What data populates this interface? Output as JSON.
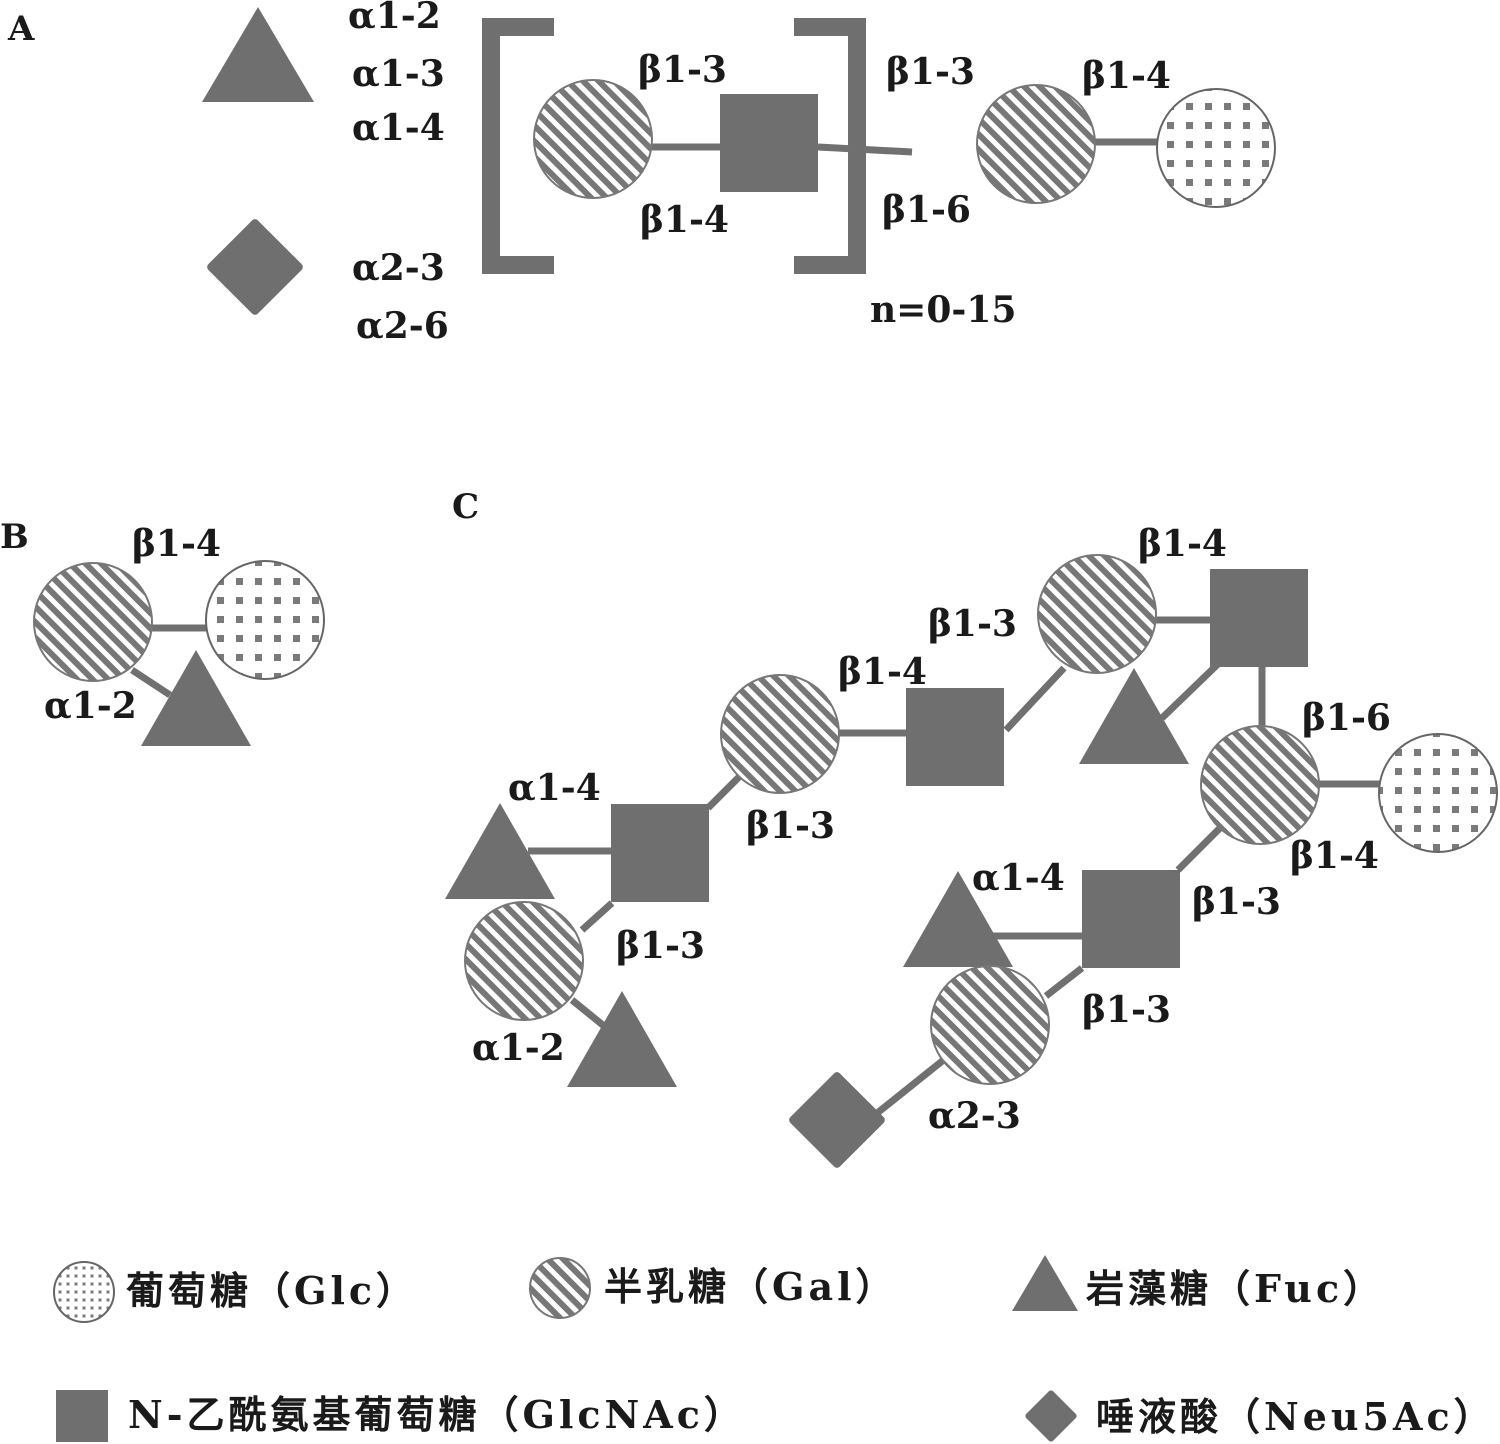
{
  "panels": {
    "a": "A",
    "b": "B",
    "c": "C"
  },
  "panel_a": {
    "fuc_linkages": [
      "α1-2",
      "α1-3",
      "α1-4"
    ],
    "neu_linkages": [
      "α2-3",
      "α2-6"
    ],
    "inner_top": "β1-3",
    "inner_bottom": "β1-4",
    "outer_top": "β1-3",
    "outer_bottom": "β1-6",
    "lactose": "β1-4",
    "repeat": "n=0-15"
  },
  "panel_b": {
    "top": "β1-4",
    "fuc": "α1-2"
  },
  "panel_c": {
    "l1": "β1-4",
    "l2": "β1-3",
    "l3": "β1-4",
    "l4": "β1-6",
    "l5": "β1-3",
    "l6": "α1-4",
    "l7": "β1-3",
    "l8": "α1-2",
    "l9": "β1-4",
    "l10": "β1-3",
    "l11": "α1-4",
    "l12": "β1-3",
    "l13": "α2-3"
  },
  "legend": {
    "glc": "葡萄糖（Glc）",
    "gal": "半乳糖（Gal）",
    "fuc": "岩藻糖（Fuc）",
    "glcnac": "N-乙酰氨基葡萄糖（GlcNAc）",
    "neu": "唾液酸（Neu5Ac）"
  },
  "colors": {
    "symbol": "#6f6f6f",
    "bond": "#707070",
    "dot": "#777777"
  }
}
